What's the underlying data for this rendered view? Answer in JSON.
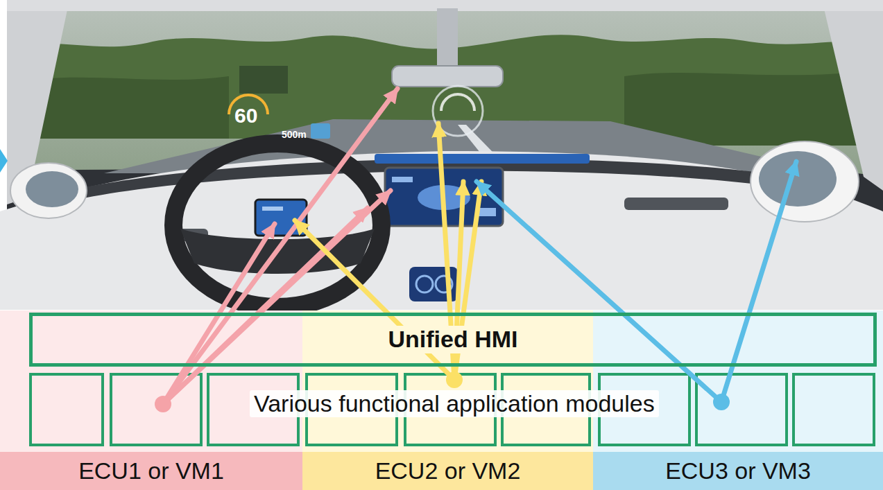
{
  "diagram": {
    "nodes": [
      {
        "text": [
          "Unified HMI"
        ]
      },
      {
        "text": [
          "ECU1 or VM1"
        ]
      },
      {
        "text": [
          "ECU2 or VM2"
        ]
      },
      {
        "text": [
          "ECU3 or VM3"
        ]
      }
    ],
    "labels": [
      "60",
      "500m",
      "Various functional application modules"
    ]
  }
}
